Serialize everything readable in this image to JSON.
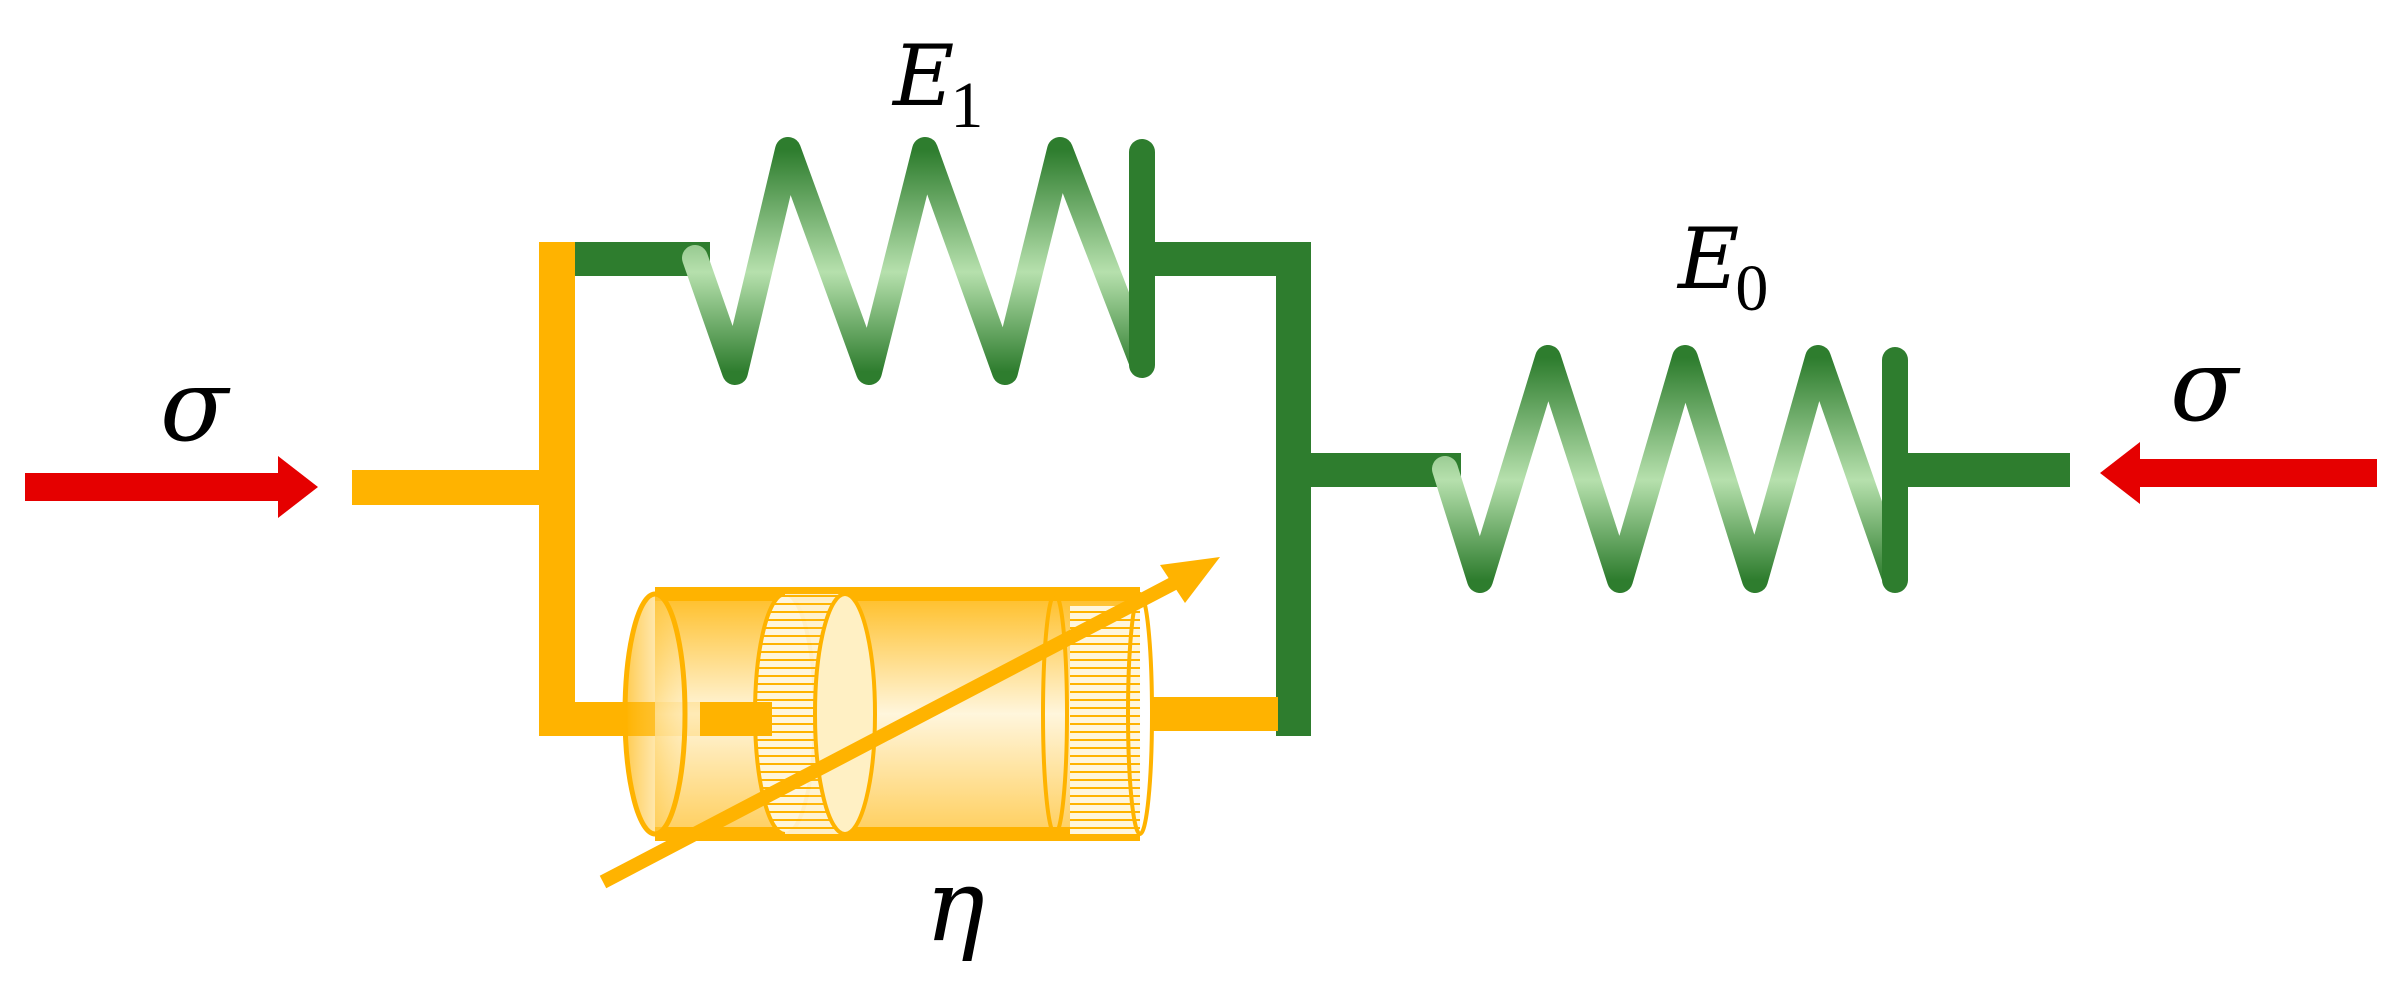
{
  "labels": {
    "sigma_left": "σ",
    "sigma_right": "σ",
    "spring_top_symbol": "E",
    "spring_top_subscript": "1",
    "spring_right_symbol": "E",
    "spring_right_subscript": "0",
    "dashpot_symbol": "η"
  },
  "colors": {
    "force_arrow": "#e50000",
    "spring": "#2e7d2e",
    "spring_light": "#b6e0ad",
    "dashpot": "#ffb300",
    "text": "#000000"
  }
}
